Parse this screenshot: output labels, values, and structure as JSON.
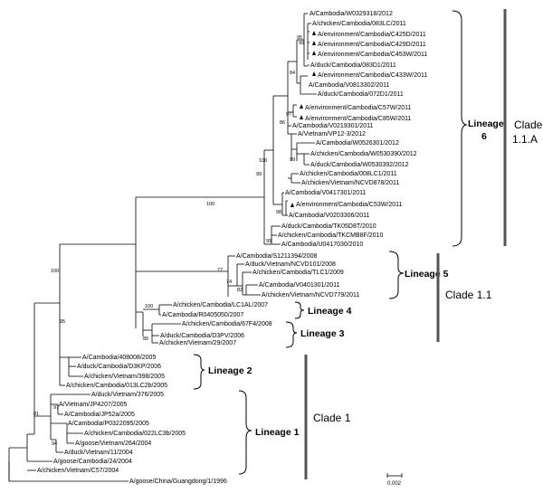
{
  "leaves": {
    "w0329318": "A/Cambodia/W0329318/2012",
    "c083lc": "A/chicken/Cambodia/083LC/2011",
    "c425d": "A/environment/Cambodia/C425D/2011",
    "c429d": "A/environment/Cambodia/C429D/2011",
    "c453w": "A/environment/Cambodia/C453W/2011",
    "d083d1": "A/duck/Cambodia/083D1/2011",
    "c433w": "A/environment/Cambodia/C433W/2011",
    "v0813302": "A/Cambodia/V0813302/2011",
    "d072d1": "A/duck/Cambodia/072D1/2011",
    "c57w": "A/environment/Cambodia/C57W/2011",
    "c85w": "A/environment/Cambodia/C85W/2011",
    "v0219301": "A/Cambodia/V0219301/2011",
    "vp123": "A/Vietnam/VP12-3/2012",
    "w0526301": "A/Cambodia/W0526301/2012",
    "w0530390": "A/chicken/Cambodia/W0530390/2012",
    "w0530392": "A/duck/Cambodia/W0530392/2012",
    "c008lc1": "A/chicken/Cambodia/008LC1/2011",
    "ncvd878": "A/chicken/Vietnam/NCVD878/2011",
    "v0417301": "A/Cambodia/V0417301/2011",
    "c53w": "A/environment/Cambodia/C53W/2011",
    "v0203306": "A/Cambodia/V0203306/2011",
    "tk05d8t": "A/duck/Cambodia/TK05D8T/2010",
    "tkcmb8f": "A/chicken/Cambodia/TKCMB8F/2010",
    "u0417030": "A/Cambodia/U0417030/2010",
    "s1211394": "A/Cambodia/S1211394/2008",
    "ncvd101": "A/duck/Vietnam/NCVD101/2008",
    "tlc1": "A/chicken/Cambodia/TLC1/2009",
    "v0401301": "A/Cambodia/V0401301/2011",
    "ncvd779": "A/chicken/Vietnam/NCVD779/2011",
    "lc1al": "A/chicken/Cambodia/LC1AL/2007",
    "r0405050": "A/Cambodia/R0405050/2007",
    "c67f4": "A/chicken/Cambodia/67F4/2008",
    "d3pv": "A/duck/Cambodia/D3PV/2006",
    "vn29": "A/chicken/Vietnam/29/2007",
    "k408008": "A/Cambodia/408008/2005",
    "d3kp": "A/duck/Cambodia/D3KP/2006",
    "vn398": "A/chicken/Vietnam/398/2005",
    "c013lc2b": "A/chicken/Cambodia/013LC2b/2005",
    "dvn376": "A/duck/Vietnam/376/2005",
    "jp4207": "A/Vietnam/JP4207/2005",
    "jp52a": "A/Cambodia/JP52a/2005",
    "p0322095": "A/Cambodia/P0322095/2005",
    "c022lc3b": "A/chicken/Cambodia/022LC3b/2005",
    "gvn264": "A/goose/Vietnam/264/2004",
    "dvn11": "A/duck/Vietnam/11/2004",
    "gc24": "A/goose/Cambodia/24/2004",
    "cvn57": "A/chicken/Vietnam/C57/2004",
    "gd1": "A/goose/China/Guangdong/1/1996"
  },
  "bootstrap": {
    "b95a": "95",
    "b99a": "99",
    "b84": "84",
    "b97": "97",
    "b86": "86",
    "b99b": "99",
    "b100a": "100",
    "b99c": "99",
    "b98": "98",
    "b99d": "99",
    "b100b": "100",
    "b77": "77",
    "b74": "74",
    "b82": "82",
    "b100c": "100",
    "b100d": "100",
    "b80": "80",
    "b95b": "95",
    "b97b": "97",
    "b81": "81",
    "b94": "94"
  },
  "lineages": {
    "l6": "Lineage",
    "l6n": "6",
    "l5": "Lineage 5",
    "l4": "Lineage 4",
    "l3": "Lineage 3",
    "l2": "Lineage 2",
    "l1": "Lineage 1"
  },
  "clades": {
    "c11a_1": "Clade",
    "c11a_2": "1.1.A",
    "c11": "Clade 1.1",
    "c1": "Clade 1"
  },
  "scale": "0.002",
  "colors": {
    "branch": "#000000",
    "clade_bar": "#555555"
  }
}
